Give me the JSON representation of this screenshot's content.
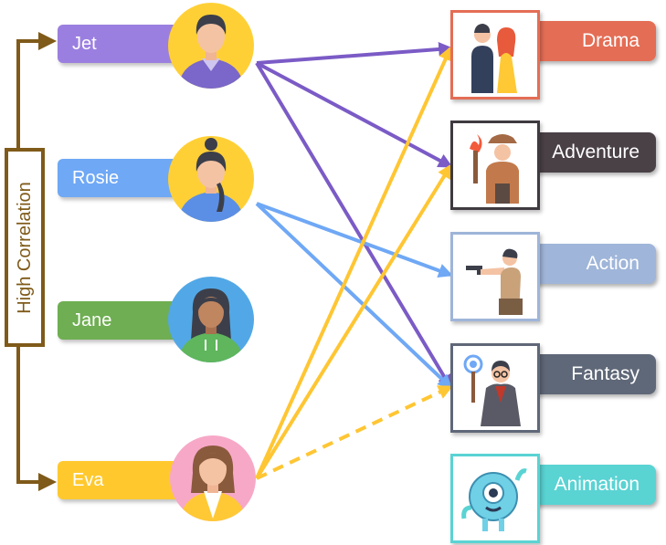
{
  "side_label": "High Correlation",
  "users": [
    {
      "name": "Jet",
      "color": "#9b7fe0"
    },
    {
      "name": "Rosie",
      "color": "#6fa8f5"
    },
    {
      "name": "Jane",
      "color": "#6fae52"
    },
    {
      "name": "Eva",
      "color": "#ffc92e"
    }
  ],
  "genres": [
    {
      "name": "Drama",
      "color": "#e46d55",
      "icon": "couple-icon"
    },
    {
      "name": "Adventure",
      "color": "#4a4147",
      "icon": "explorer-torch-icon"
    },
    {
      "name": "Action",
      "color": "#9fb5d9",
      "icon": "gunman-icon"
    },
    {
      "name": "Fantasy",
      "color": "#5f6878",
      "icon": "wizard-icon"
    },
    {
      "name": "Animation",
      "color": "#5ad3d3",
      "icon": "cyclops-monster-icon"
    }
  ],
  "links": [
    {
      "from": "Jet",
      "to": "Drama",
      "color": "#7b5bc6",
      "style": "solid"
    },
    {
      "from": "Jet",
      "to": "Adventure",
      "color": "#7b5bc6",
      "style": "solid"
    },
    {
      "from": "Jet",
      "to": "Fantasy",
      "color": "#7b5bc6",
      "style": "solid"
    },
    {
      "from": "Rosie",
      "to": "Action",
      "color": "#6fa8f5",
      "style": "solid"
    },
    {
      "from": "Rosie",
      "to": "Fantasy",
      "color": "#6fa8f5",
      "style": "solid"
    },
    {
      "from": "Eva",
      "to": "Drama",
      "color": "#ffc633",
      "style": "solid"
    },
    {
      "from": "Eva",
      "to": "Adventure",
      "color": "#ffc633",
      "style": "solid"
    },
    {
      "from": "Eva",
      "to": "Fantasy",
      "color": "#ffc633",
      "style": "dashed"
    }
  ]
}
